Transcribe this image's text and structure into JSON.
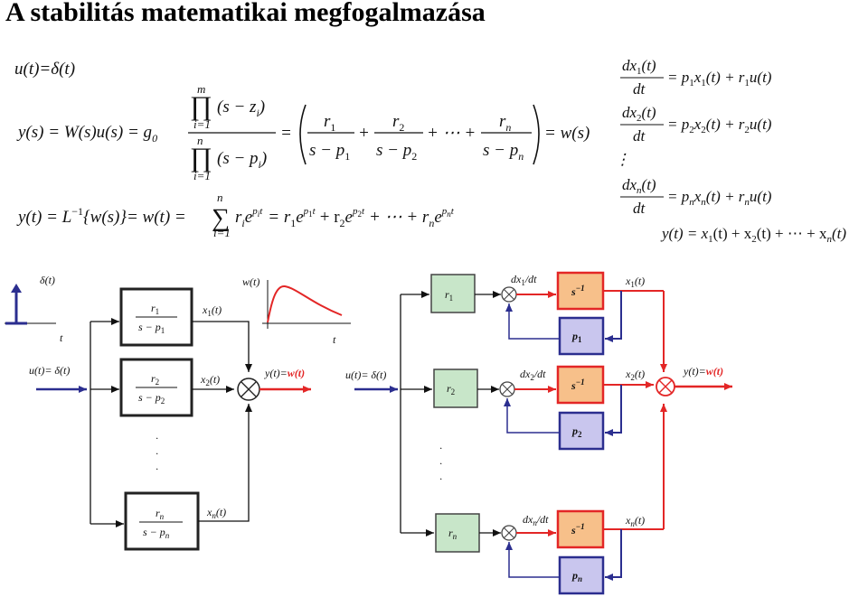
{
  "title": "A stabilitás matematikai megfogalmazása",
  "equations": {
    "input": "u(t)=δ(t)",
    "transfer_lhs": "y(s) = W(s)u(s) = g",
    "transfer_g_sub": "0",
    "prod_top_sup": "m",
    "prod_top_sub": "i=1",
    "prod_top_term": "(s − z",
    "prod_top_term_sub": "i",
    "prod_bot_sup": "n",
    "prod_bot_sub": "i=1",
    "prod_bot_term": "(s − p",
    "prod_bot_term_sub": "i",
    "eq_sign": "=",
    "pf_r1": "r",
    "pf_r1_sub": "1",
    "pf_p1": "s − p",
    "pf_p1_sub": "1",
    "pf_r2": "r",
    "pf_r2_sub": "2",
    "pf_p2": "s − p",
    "pf_p2_sub": "2",
    "pf_dots": "+ ⋯ +",
    "pf_rn": "r",
    "pf_rn_sub": "n",
    "pf_pn": "s − p",
    "pf_pn_sub": "n",
    "pf_rhs": "= w(s)",
    "time_lhs": "y(t) = L",
    "time_inv": "−1",
    "time_mid": "{w(s)}= w(t) =",
    "sum_sup": "n",
    "sum_sub": "i=1",
    "time_terms": "r",
    "time_terms_rest": "= r",
    "time_end": "+ ⋯ + r",
    "state_eq": [
      {
        "num": "dx",
        "idx": "1",
        "rhs": "= p",
        "rhs2": "x",
        "rhs3": "(t)  + r",
        "rhs4": "u(t)"
      },
      {
        "num": "dx",
        "idx": "2",
        "rhs": "= p",
        "rhs2": "x",
        "rhs3": "(t) + r",
        "rhs4": "u(t)"
      },
      {
        "num": "dx",
        "idx": "n",
        "rhs": "= p",
        "rhs2": "x",
        "rhs3": "(t) + r",
        "rhs4": "u(t)"
      }
    ],
    "dt": "dt",
    "vdots": "⋮",
    "output_sum": "y(t) = x"
  },
  "left_diagram": {
    "impulse_label": "δ(t)",
    "impulse_t": "t",
    "response_label": "w(t)",
    "response_t": "t",
    "input_label": "u(t)= δ(t)",
    "output_label_prefix": "y(t)=",
    "output_label_bold": "w(t)",
    "blocks": [
      {
        "num": "r",
        "num_sub": "1",
        "den": "s − p",
        "den_sub": "1",
        "out": "x",
        "out_sub": "1",
        "out_tail": "(t)"
      },
      {
        "num": "r",
        "num_sub": "2",
        "den": "s − p",
        "den_sub": "2",
        "out": "x",
        "out_sub": "2",
        "out_tail": "(t)"
      },
      {
        "num": "r",
        "num_sub": "n",
        "den": "s − p",
        "den_sub": "n",
        "out": "x",
        "out_sub": "n",
        "out_tail": "(t)"
      }
    ],
    "dots": "·"
  },
  "right_diagram": {
    "input_label": "u(t)= δ(t)",
    "output_label_prefix": "y(t)=",
    "output_label_bold": "w(t)",
    "rows": [
      {
        "gain": "r",
        "gain_sub": "1",
        "deriv": "dx",
        "deriv_sub": "1",
        "deriv_tail": "/dt",
        "integ": "s",
        "integ_sup": "−1",
        "pole": "p",
        "pole_sub": "1",
        "out": "x",
        "out_sub": "1",
        "out_tail": "(t)"
      },
      {
        "gain": "r",
        "gain_sub": "2",
        "deriv": "dx",
        "deriv_sub": "2",
        "deriv_tail": "/dt",
        "integ": "s",
        "integ_sup": "−1",
        "pole": "p",
        "pole_sub": "2",
        "out": "x",
        "out_sub": "2",
        "out_tail": "(t)"
      },
      {
        "gain": "r",
        "gain_sub": "n",
        "deriv": "dx",
        "deriv_sub": "n",
        "deriv_tail": "/dt",
        "integ": "s",
        "integ_sup": "−1",
        "pole": "p",
        "pole_sub": "n",
        "out": "x",
        "out_sub": "n",
        "out_tail": "(t)"
      }
    ]
  },
  "colors": {
    "blue": "#2b2e8f",
    "red": "#e32626",
    "green_fill": "#c8e6c9",
    "orange_fill": "#f7c08a",
    "purple_fill": "#c9c6ee",
    "sum_fill": "#ffffff"
  }
}
